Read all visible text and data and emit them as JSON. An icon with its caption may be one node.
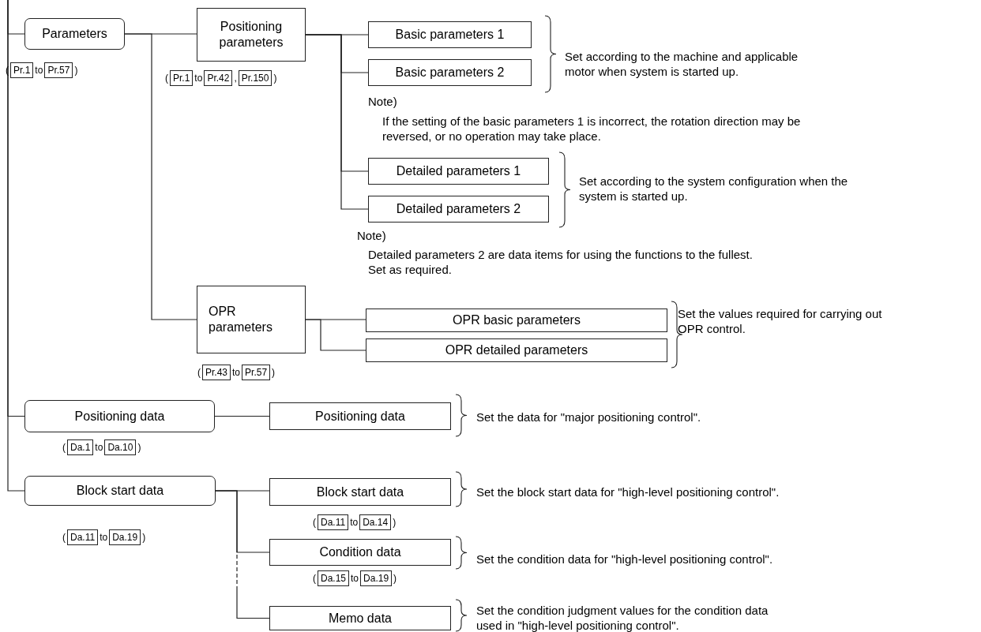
{
  "diagram": {
    "nodes": [
      {
        "text": [
          "Parameters"
        ],
        "beside": [
          "(",
          "Pr.1",
          "to",
          "Pr.57",
          ")"
        ]
      },
      {
        "text": [
          "Positioning parameters"
        ],
        "beside": [
          "(",
          "Pr.1",
          "to",
          "Pr.42",
          ",",
          "Pr.150",
          ")"
        ]
      },
      {
        "text": [
          "Basic parameters 1"
        ]
      },
      {
        "text": [
          "Basic parameters 2"
        ]
      },
      {
        "text": [
          "Detailed parameters 1"
        ]
      },
      {
        "text": [
          "Detailed parameters 2"
        ]
      },
      {
        "text": [
          "OPR parameters"
        ],
        "beside": [
          "(",
          "Pr.43",
          "to",
          "Pr.57",
          ")"
        ]
      },
      {
        "text": [
          "OPR basic parameters"
        ]
      },
      {
        "text": [
          "OPR detailed parameters"
        ]
      },
      {
        "text": [
          "Positioning data"
        ],
        "beside": [
          "(",
          "Da.1",
          "to",
          "Da.10",
          ")"
        ]
      },
      {
        "text": [
          "Positioning data"
        ]
      },
      {
        "text": [
          "Block start data"
        ],
        "beside": [
          "(",
          "Da.11",
          "to",
          "Da.19",
          ")"
        ]
      },
      {
        "text": [
          "Block start data"
        ],
        "beside": [
          "(",
          "Da.11",
          "to",
          "Da.14",
          ")"
        ]
      },
      {
        "text": [
          "Condition data"
        ],
        "beside": [
          "(",
          "Da.15",
          "to",
          "Da.19",
          ")"
        ]
      },
      {
        "text": [
          "Memo data"
        ]
      }
    ],
    "edges": [
      {
        "from": null,
        "to": 0,
        "arrow": "none"
      },
      {
        "from": null,
        "to": 9,
        "arrow": "none"
      },
      {
        "from": null,
        "to": 11,
        "arrow": "none"
      },
      {
        "from": 0,
        "to": 1,
        "arrow": "none"
      },
      {
        "from": 0,
        "to": 6,
        "arrow": "none"
      },
      {
        "from": 1,
        "to": 2,
        "arrow": "none"
      },
      {
        "from": 1,
        "to": 3,
        "arrow": "none"
      },
      {
        "from": 1,
        "to": 4,
        "arrow": "none"
      },
      {
        "from": 1,
        "to": 5,
        "arrow": "none"
      },
      {
        "from": 6,
        "to": 7,
        "arrow": "none"
      },
      {
        "from": 6,
        "to": 8,
        "arrow": "none"
      },
      {
        "from": 9,
        "to": 10,
        "arrow": "none"
      },
      {
        "from": 11,
        "to": 12,
        "arrow": "none"
      },
      {
        "from": 11,
        "to": 13,
        "arrow": "none"
      },
      {
        "from": 11,
        "to": 14,
        "arrow": "none",
        "style": "dashed"
      }
    ],
    "labels": [
      "Set according to the machine and applicable motor when system is started up.",
      "Note)",
      "If the setting of the basic parameters 1 is incorrect, the rotation direction may be reversed, or no operation may take place.",
      "Set according to the system configuration when the system is started up.",
      "Note)",
      "Detailed parameters 2 are data items for using the functions to the fullest.",
      "Set as required.",
      "Set the values required for carrying out OPR control.",
      "Set the data for \"major positioning control\".",
      "Set the block start data for \"high-level positioning control\".",
      "Set the condition data for \"high-level positioning control\".",
      "Set the condition judgment values for the condition data used in \"high-level positioning control\"."
    ]
  }
}
